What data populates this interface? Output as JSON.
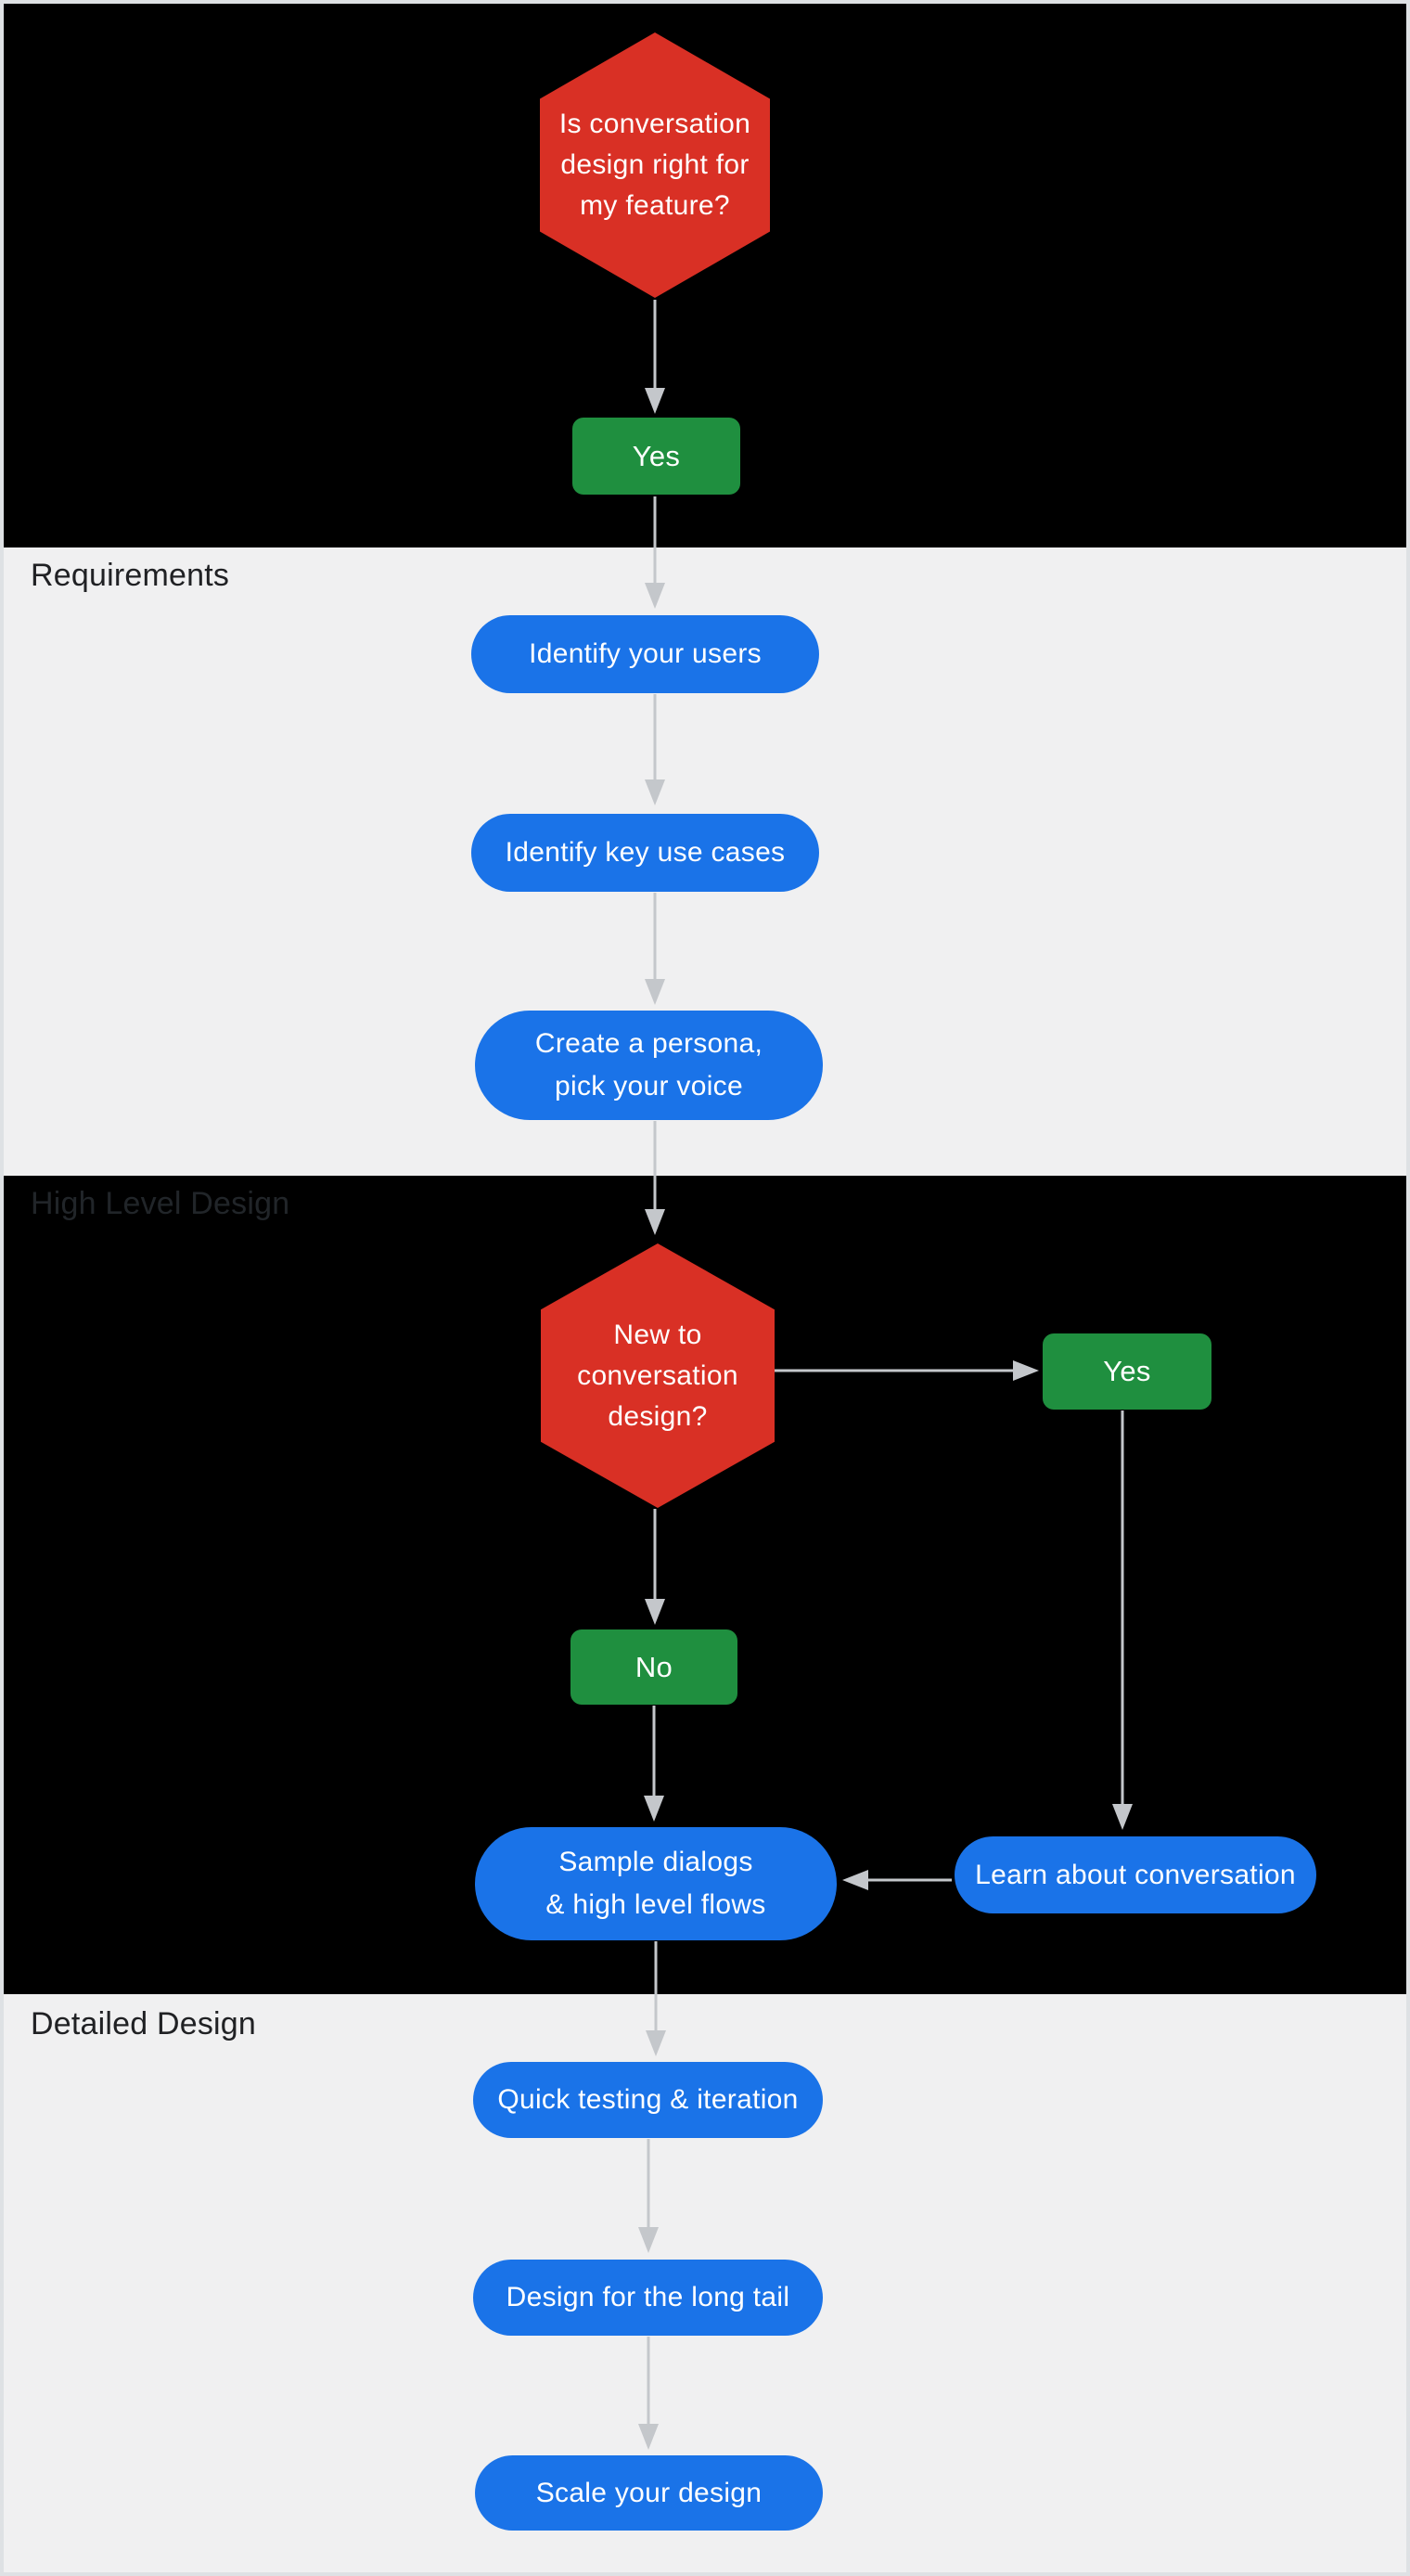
{
  "colors": {
    "decision_red": "#d93025",
    "answer_green": "#1f8f3f",
    "step_blue": "#1a73e8",
    "arrow_gray": "#c4c7cb",
    "section_dark": "#000000",
    "section_light": "#f0f0f1",
    "label_text": "#202124",
    "node_text": "#ffffff"
  },
  "sections": [
    {
      "id": "intro",
      "label": "",
      "theme": "dark"
    },
    {
      "id": "requirements",
      "label": "Requirements",
      "theme": "light"
    },
    {
      "id": "high_level_design",
      "label": "High Level Design",
      "theme": "dark"
    },
    {
      "id": "detailed_design",
      "label": "Detailed Design",
      "theme": "light"
    }
  ],
  "nodes": {
    "decision1": {
      "type": "decision",
      "text": "Is conversation design right for my feature?",
      "lines": [
        "Is conversation",
        "design right for",
        "my feature?"
      ]
    },
    "yes1": {
      "type": "answer",
      "label": "Yes"
    },
    "step1": {
      "type": "step",
      "label": "Identify your users"
    },
    "step2": {
      "type": "step",
      "label": "Identify key use cases"
    },
    "step3": {
      "type": "step",
      "text": "Create a persona, pick your voice",
      "lines": [
        "Create a persona,",
        "pick your voice"
      ]
    },
    "decision2": {
      "type": "decision",
      "text": "New to conversation design?",
      "lines": [
        "New to",
        "conversation",
        "design?"
      ]
    },
    "yes2": {
      "type": "answer",
      "label": "Yes"
    },
    "no1": {
      "type": "answer",
      "label": "No"
    },
    "sample": {
      "type": "step",
      "text": "Sample dialogs & high level flows",
      "lines": [
        "Sample dialogs",
        "& high level flows"
      ]
    },
    "learn": {
      "type": "step",
      "label": "Learn about conversation"
    },
    "quick": {
      "type": "step",
      "label": "Quick testing & iteration"
    },
    "longtail": {
      "type": "step",
      "label": "Design for the long tail"
    },
    "scale": {
      "type": "step",
      "label": "Scale your design"
    }
  }
}
